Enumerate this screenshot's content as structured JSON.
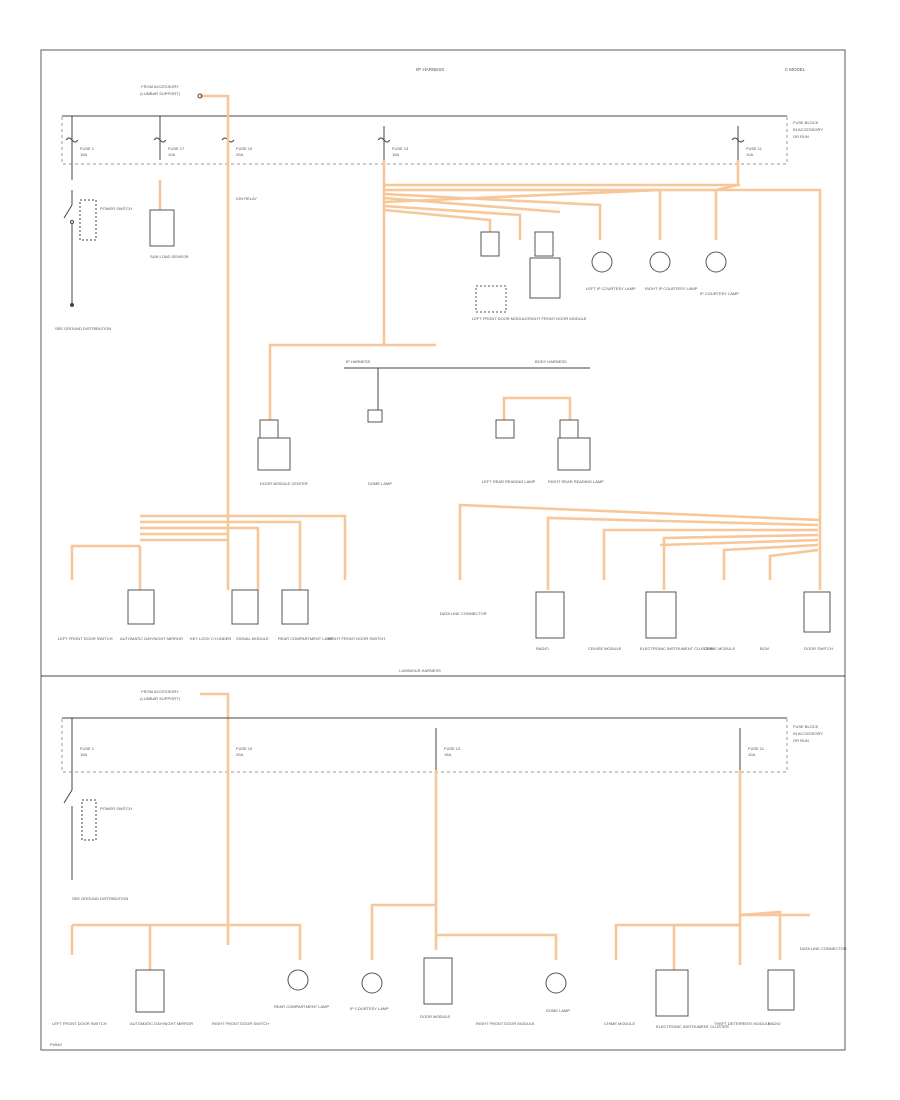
{
  "title": "I/P HARNESS",
  "header_right": "C MODEL",
  "fuse_block": {
    "label": "FUSE BLOCK",
    "note_line1": "IN ACCESSORY",
    "note_line2": "OR RUN"
  },
  "feed_label": "FROM ACCESSORY",
  "feed_sub": "(LUMBAR SUPPORT)",
  "fuses_top": [
    "FUSE 1",
    "FUSE 17",
    "FUSE 10",
    "FUSE 13",
    "FUSE 11"
  ],
  "fuse_amps_top": [
    "15A",
    "10A",
    "20A",
    "15A",
    "10A"
  ],
  "fuses_bottom": [
    "FUSE 1",
    "FUSE 10",
    "FUSE 13",
    "FUSE 11"
  ],
  "fuse_amps_bottom": [
    "15A",
    "20A",
    "15A",
    "10A"
  ],
  "top_components": [
    {
      "key": "power-switch",
      "label": "POWER SWITCH"
    },
    {
      "key": "ground-left",
      "label": "SEE GROUND DISTRIBUTION"
    },
    {
      "key": "sun-load",
      "label": "SUN LOAD SENSOR"
    },
    {
      "key": "ign-relay",
      "label": "IGN RELAY"
    },
    {
      "key": "left-gauge",
      "label": "LEFT FRONT DOOR MODULE"
    },
    {
      "key": "right-gauge",
      "label": "RIGHT FRONT DOOR MODULE"
    },
    {
      "key": "left-lamp",
      "label": "LEFT IP COURTESY LAMP"
    },
    {
      "key": "right-lamp",
      "label": "RIGHT IP COURTESY LAMP"
    },
    {
      "key": "center-lamp",
      "label": "IP COURTESY LAMP"
    }
  ],
  "mid_labels": {
    "left_bus": "IP HARNESS",
    "right_bus": "BODY HARNESS"
  },
  "mid_components": [
    {
      "key": "door-module",
      "label": "DOOR MODULE CENTER"
    },
    {
      "key": "center-lamp2",
      "label": "DOME LAMP"
    },
    {
      "key": "left-rear",
      "label": "LEFT REAR READING LAMP"
    },
    {
      "key": "right-rear",
      "label": "RIGHT REAR READING LAMP"
    }
  ],
  "row3_left": [
    "LEFT FRONT DOOR SWITCH",
    "AUTOMATIC DAY/NIGHT MIRROR",
    "KEY LOCK CYLINDER",
    "SIGNAL MODULE",
    "REAR COMPARTMENT LAMP",
    "RIGHT FRONT DOOR SWITCH"
  ],
  "row3_right": [
    "DATA LINK CONNECTOR",
    "RADIO",
    "CRUISE MODULE",
    "ELECTRONIC INSTRUMENT CLUSTER",
    "CHIME MODULE",
    "BCM",
    "DOOR SWITCH"
  ],
  "divider_label": "LUMINOUS HARNESS",
  "bottom_components": [
    "POWER SWITCH",
    "SEE GROUND DISTRIBUTION",
    "LEFT FRONT DOOR SWITCH",
    "AUTOMATIC DAY/NIGHT MIRROR",
    "RIGHT FRONT DOOR SWITCH",
    "REAR COMPARTMENT LAMP",
    "IP COURTESY LAMP",
    "DOOR MODULE",
    "RIGHT FRONT DOOR MODULE",
    "DOME LAMP",
    "CHIME MODULE",
    "ELECTRONIC INSTRUMENT CLUSTER",
    "THEFT DETERRENT MODULE",
    "RADIO",
    "DATA LINK CONNECTOR"
  ],
  "page_code": "P4949"
}
